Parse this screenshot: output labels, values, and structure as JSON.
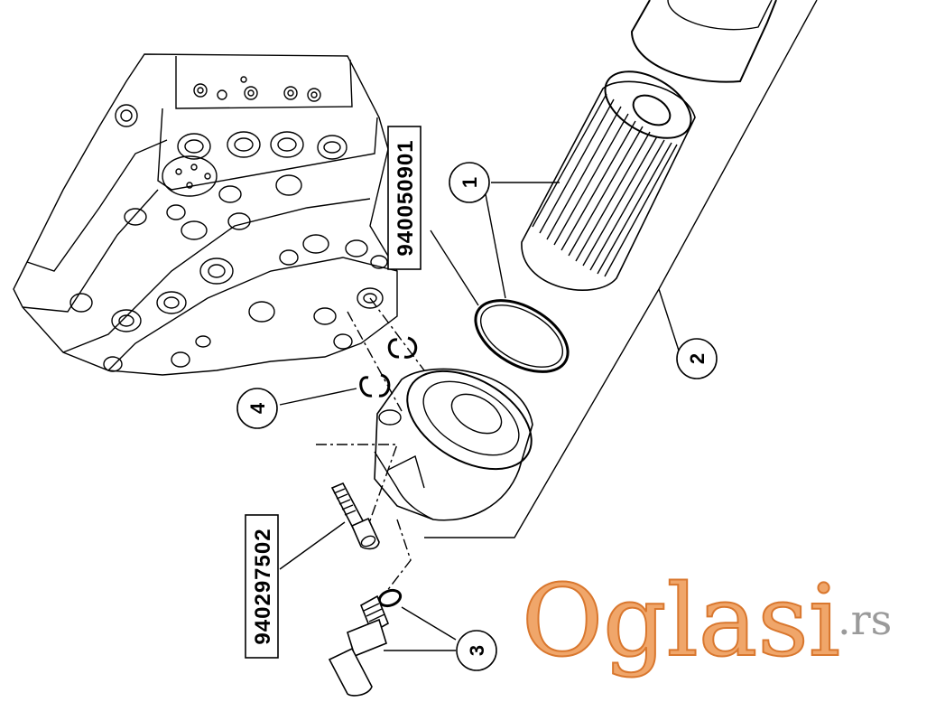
{
  "diagram": {
    "callouts": [
      "1",
      "2",
      "3",
      "4"
    ],
    "part_numbers": [
      "940050901",
      "940297502"
    ]
  },
  "watermark": {
    "brand": "Oglasi",
    "suffix": ".rs",
    "colors": {
      "brand_fill": "#f0a66a",
      "brand_stroke": "#d9772e",
      "suffix": "#9a9a9a"
    }
  }
}
